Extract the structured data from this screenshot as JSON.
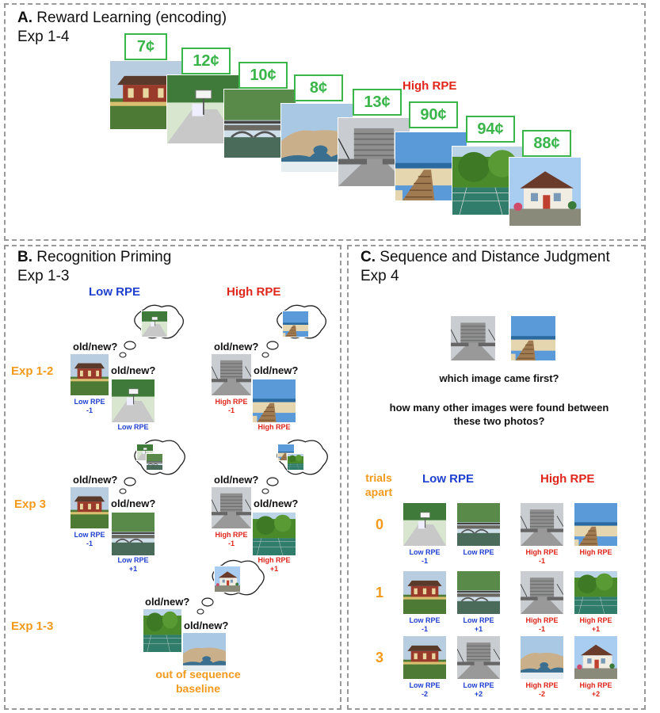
{
  "panelA": {
    "letter": "A.",
    "title": "Reward Learning (encoding)",
    "subtitle": "Exp 1-4",
    "rewards": [
      "7¢",
      "12¢",
      "10¢",
      "8¢",
      "13¢",
      "90¢",
      "94¢",
      "88¢"
    ],
    "high_rpe": "High RPE"
  },
  "panelB": {
    "letter": "B.",
    "title": "Recognition Priming",
    "subtitle": "Exp 1-3",
    "low_rpe": "Low RPE",
    "high_rpe": "High RPE",
    "old_new": "old/new?",
    "rows": [
      "Exp 1-2",
      "Exp 3",
      "Exp 1-3"
    ],
    "cap_low_m1_a": "Low RPE",
    "cap_low_m1_b": "-1",
    "cap_low": "Low RPE",
    "cap_high_m1_a": "High RPE",
    "cap_high_m1_b": "-1",
    "cap_high": "High RPE",
    "cap_low_p1_a": "Low RPE",
    "cap_low_p1_b": "+1",
    "cap_high_p1_a": "High RPE",
    "cap_high_p1_b": "+1",
    "baseline_a": "out of sequence",
    "baseline_b": "baseline"
  },
  "panelC": {
    "letter": "C.",
    "title": "Sequence and Distance Judgment",
    "subtitle": "Exp 4",
    "q1": "which image came first?",
    "q2a": "how many other images were found between",
    "q2b": "these two photos?",
    "trials_a": "trials",
    "trials_b": "apart",
    "low_rpe": "Low RPE",
    "high_rpe": "High RPE",
    "rows": [
      "0",
      "1",
      "3"
    ],
    "caps": [
      [
        "Low RPE",
        "-1",
        "Low RPE",
        "",
        "High RPE",
        "-1",
        "High RPE",
        ""
      ],
      [
        "Low RPE",
        "-1",
        "Low RPE",
        "+1",
        "High RPE",
        "-1",
        "High RPE",
        "+1"
      ],
      [
        "Low RPE",
        "-2",
        "Low RPE",
        "+2",
        "High RPE",
        "-2",
        "High RPE",
        "+2"
      ]
    ]
  },
  "colors": {
    "green": "#39b54a",
    "blue": "#1f3fcf",
    "red": "#e0251b",
    "orange": "#f39a1c"
  }
}
